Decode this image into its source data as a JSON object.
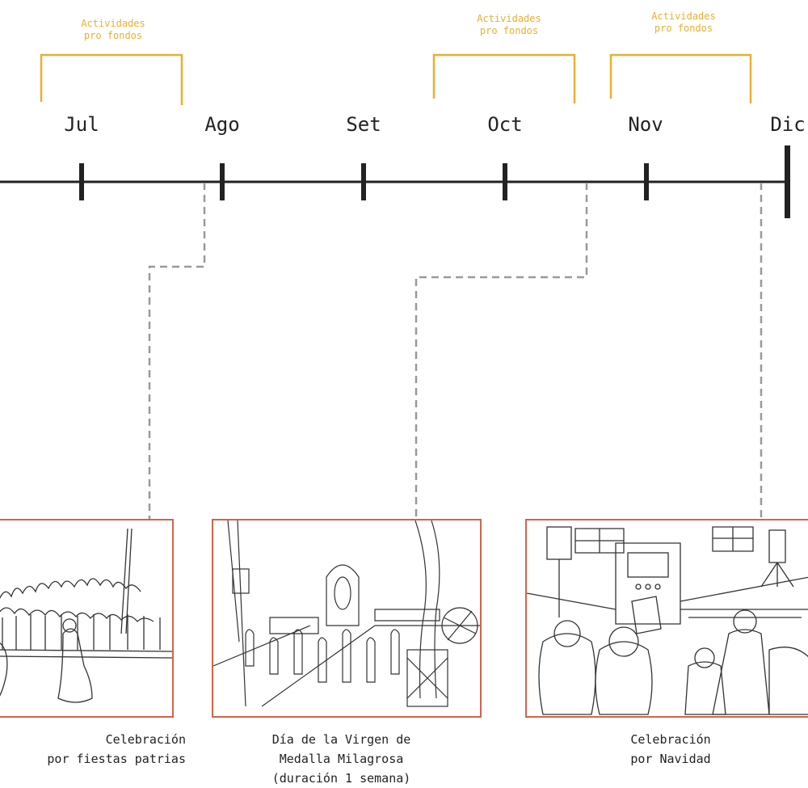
{
  "timeline": {
    "months": [
      "Jul",
      "Ago",
      "Set",
      "Oct",
      "Nov",
      "Dic"
    ]
  },
  "brackets": [
    {
      "line1": "Actividades",
      "line2": "pro fondos"
    },
    {
      "line1": "Actividades",
      "line2": "pro fondos"
    },
    {
      "line1": "Actividades",
      "line2": "pro fondos"
    }
  ],
  "events": [
    {
      "caption_lines": [
        "Celebración",
        "por fiestas patrias"
      ],
      "image": "fiestas-patrias-sketch"
    },
    {
      "caption_lines": [
        "Día de la Virgen de",
        "Medalla Milagrosa",
        "(duración 1 semana)"
      ],
      "image": "virgen-procession-sketch"
    },
    {
      "caption_lines": [
        "Celebración",
        "por Navidad"
      ],
      "image": "navidad-stage-sketch"
    }
  ],
  "colors": {
    "timeline": "#222222",
    "bracket": "#e8b030",
    "connector": "#999999",
    "photo_border": "#d2644a"
  }
}
